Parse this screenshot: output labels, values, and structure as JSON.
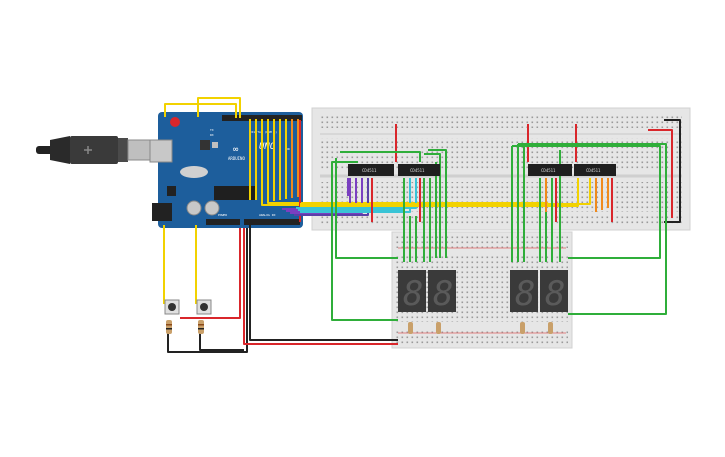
{
  "board": {
    "logo": "∞",
    "brand": "ARDUINO",
    "model": "UNO",
    "digital_label": "DIGITAL (PWM ~)",
    "analog_label": "ANALOG IN",
    "power_label": "POWER",
    "tx_label": "TX",
    "rx_label": "RX",
    "on_label": "ON"
  },
  "chips": [
    {
      "label": "CD4511"
    },
    {
      "label": "CD4511"
    },
    {
      "label": "CD4511"
    },
    {
      "label": "CD4511"
    }
  ],
  "displays": [
    {
      "digit": "8"
    },
    {
      "digit": "8"
    },
    {
      "digit": "8"
    },
    {
      "digit": "8"
    }
  ],
  "colors": {
    "board": "#1d5e9c",
    "breadboard": "#e3e3e3",
    "wire_red": "#d9262b",
    "wire_black": "#222222",
    "wire_green": "#2fae3a",
    "wire_yellow": "#f2d200",
    "wire_orange": "#f08a1c",
    "wire_purple": "#7a3fc0",
    "wire_cyan": "#39c4d6",
    "display": "#3a3a3a"
  }
}
